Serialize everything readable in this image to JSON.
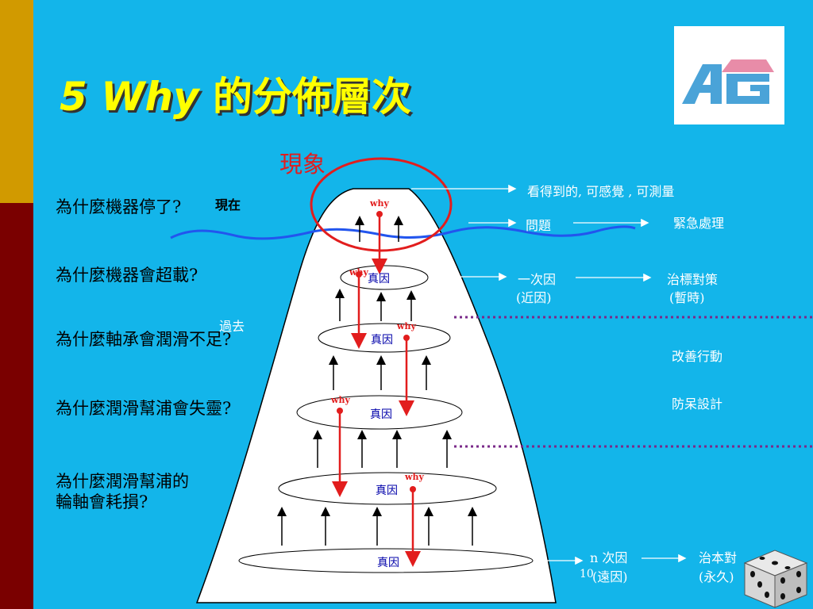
{
  "title": {
    "latin": "5 Why",
    "rest": " 的分佈層次"
  },
  "phenomenon_label": "現象",
  "time_labels": {
    "now": "現在",
    "past": "過去"
  },
  "questions": [
    "為什麼機器停了?",
    "為什麼機器會超載?",
    "為什麼軸承會潤滑不足?",
    "為什麼潤滑幫浦會失靈?",
    "為什麼潤滑幫浦的\n輪軸會耗損?"
  ],
  "cause_label": "真因",
  "why_label": "why",
  "right_column": {
    "observable": "看得到的, 可感覺 , 可測量",
    "problem": "問題",
    "emergency": "緊急處理",
    "primary_cause_1": "一次因",
    "primary_cause_2": "(近因)",
    "symptom_fix_1": "治標對策",
    "symptom_fix_2": "(暫時)",
    "improvement": "改善行動",
    "foolproof": "防呆設計",
    "nth_cause_1": "n 次因",
    "nth_cause_2": "(遠因)",
    "nth_number": "10",
    "root_fix_1": "治本對",
    "root_fix_2": "(永久)"
  },
  "logo": {
    "text": "AG"
  },
  "colors": {
    "background": "#13b5ea",
    "title": "#ffff00",
    "accent_red": "#e21d1d",
    "wave": "#2255ee",
    "dotted_line": "#7a2a8a",
    "logo_blue": "#4aa3d8",
    "logo_pink": "#e88ca8"
  },
  "icons": [
    "dice-icon",
    "ag-logo"
  ]
}
